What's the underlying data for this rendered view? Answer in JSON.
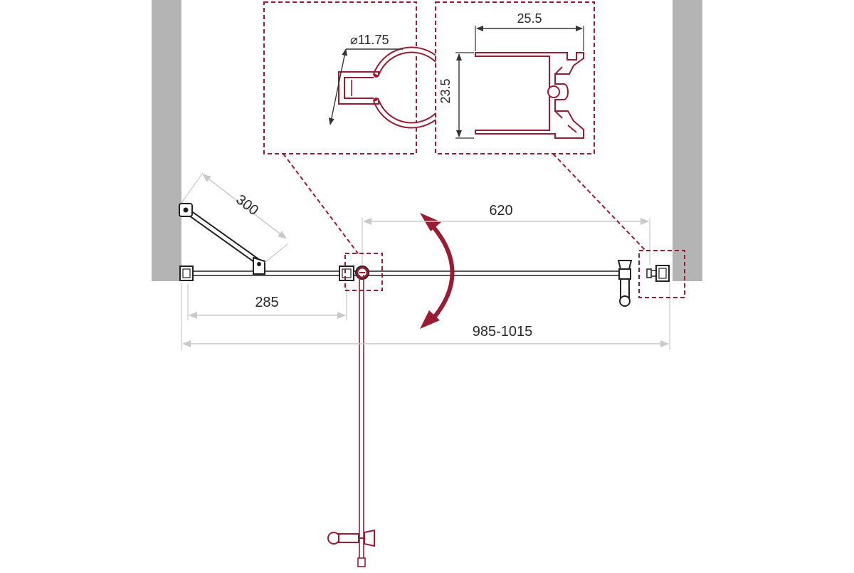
{
  "colors": {
    "wall": "#b4b4b4",
    "accent": "#9a1c33",
    "dimension": "#c9c9c9",
    "line": "#222222"
  },
  "dimensions": {
    "stay_bar": "300",
    "door_width": "620",
    "fixed_panel": "285",
    "total_width": "985-1015"
  },
  "detail_hinge": {
    "diameter": "⌀11.75"
  },
  "detail_profile": {
    "width": "25.5",
    "height": "23.5"
  }
}
